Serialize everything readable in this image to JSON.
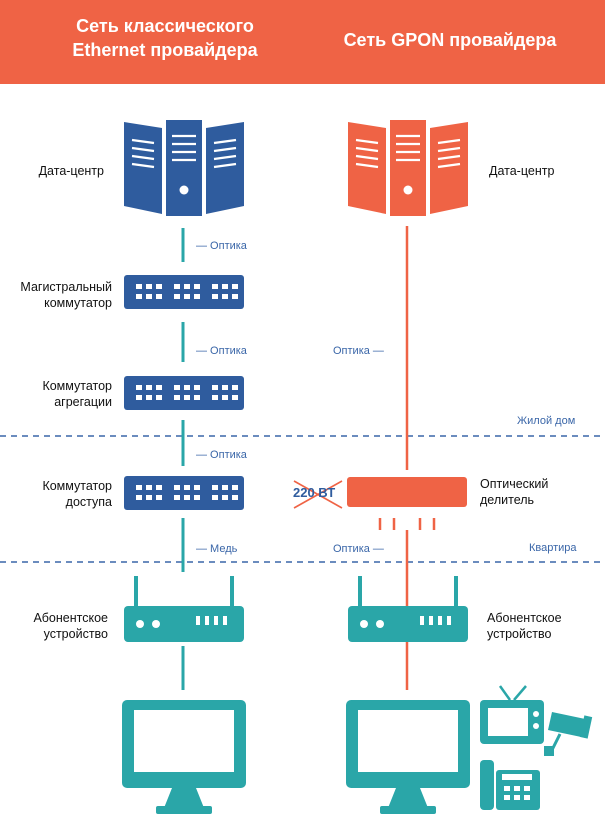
{
  "header": {
    "left_title": "Сеть классического\nEthernet провайдера",
    "right_title": "Сеть GPON провайдера"
  },
  "left_column": {
    "datacenter": "Дата-центр",
    "backbone_switch": "Магистральный\nкоммутатор",
    "aggregation_switch": "Коммутатор\nагрегации",
    "access_switch": "Коммутатор\nдоступа",
    "subscriber_device": "Абонентское\nустройство",
    "cable_1": "— Оптика",
    "cable_2": "— Оптика",
    "cable_3": "— Оптика",
    "cable_4": "— Медь"
  },
  "right_column": {
    "datacenter": "Дата-центр",
    "cable_1": "Оптика —",
    "splitter": "Оптический\nделитель",
    "power_note": "220 ВТ",
    "cable_2": "Оптика —",
    "subscriber_device": "Абонентское\nустройство"
  },
  "zones": {
    "building": "Жилой дом",
    "apartment": "Квартира"
  },
  "colors": {
    "header": "#ef6345",
    "blue_device": "#2f5c9e",
    "orange_device": "#ef6345",
    "teal_device": "#2aa6a8",
    "fiber_teal": "#2aa6a8",
    "fiber_orange": "#ef6345",
    "dashed_divider": "#3a66a8"
  },
  "icons": [
    "server-rack-icon",
    "network-switch-icon",
    "router-icon",
    "monitor-icon",
    "tv-icon",
    "cctv-camera-icon",
    "desk-phone-icon"
  ]
}
